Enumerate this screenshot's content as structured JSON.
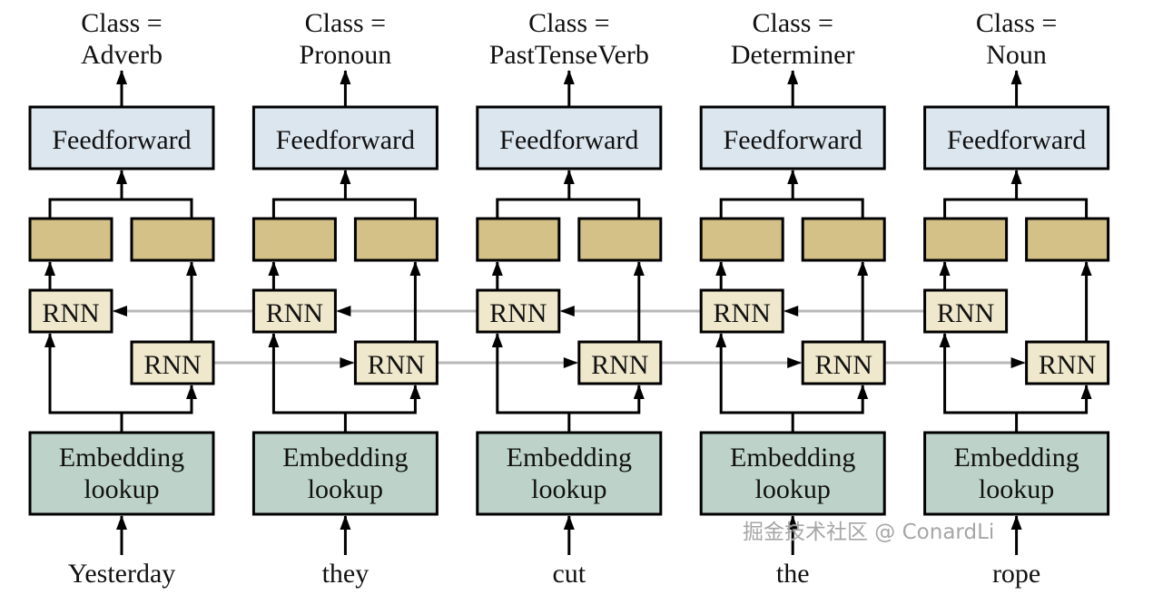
{
  "columns": [
    {
      "word": "Yesterday",
      "class_line1": "Class =",
      "class_line2": "Adverb"
    },
    {
      "word": "they",
      "class_line1": "Class =",
      "class_line2": "Pronoun"
    },
    {
      "word": "cut",
      "class_line1": "Class =",
      "class_line2": "PastTenseVerb"
    },
    {
      "word": "the",
      "class_line1": "Class =",
      "class_line2": "Determiner"
    },
    {
      "word": "rope",
      "class_line1": "Class =",
      "class_line2": "Noun"
    }
  ],
  "labels": {
    "feedforward": "Feedforward",
    "rnn": "RNN",
    "embedding_line1": "Embedding",
    "embedding_line2": "lookup"
  },
  "colors": {
    "feedforward": "#dce6ef",
    "concat": "#d3c187",
    "rnn": "#efe8cc",
    "embedding": "#bdd3c9",
    "recurrent_link": "#b8b8b8"
  },
  "watermark": "掘金技术社区 @ ConardLi"
}
